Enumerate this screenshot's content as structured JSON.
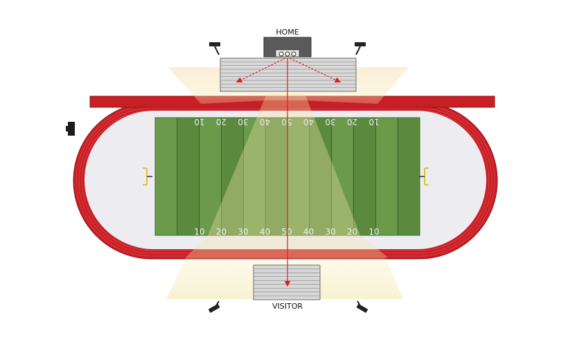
{
  "labels": {
    "home": "HOME",
    "visitor": "VISITOR"
  },
  "yard_markers_top": [
    "10",
    "20",
    "30",
    "40",
    "50",
    "40",
    "30",
    "20",
    "10"
  ],
  "yard_markers_bottom": [
    "10",
    "20",
    "30",
    "40",
    "50",
    "40",
    "30",
    "20",
    "10"
  ],
  "colors": {
    "track": "#c81f25",
    "infield": "#ececf1",
    "turf_light": "#6a9a4a",
    "turf_dark": "#5b8a3f",
    "light_cone": "#f3c79c",
    "arrow": "#e21b1b",
    "bleacher": "#d9d9d9",
    "pressbox": "#555555"
  },
  "icons": [
    "floodlight-icon",
    "goalpost-icon",
    "scoreboard-icon",
    "camera-icon"
  ]
}
